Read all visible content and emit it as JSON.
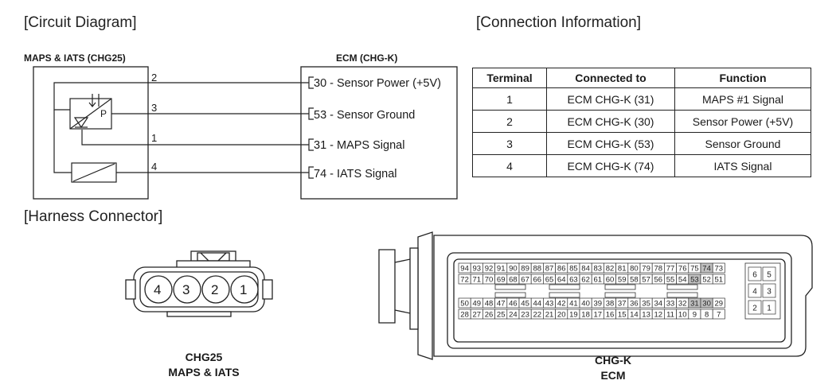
{
  "titles": {
    "circuit": "[Circuit Diagram]",
    "connection": "[Connection Information]",
    "harness": "[Harness Connector]"
  },
  "sensor": {
    "label": "MAPS & IATS (CHG25)",
    "pins": [
      "2",
      "3",
      "1",
      "4"
    ],
    "p_mark": "P"
  },
  "ecm": {
    "label": "ECM (CHG-K)",
    "terminals": [
      "30 - Sensor Power (+5V)",
      "53 - Sensor Ground",
      "31 - MAPS Signal",
      "74 - IATS Signal"
    ]
  },
  "table": {
    "headers": [
      "Terminal",
      "Connected to",
      "Function"
    ],
    "rows": [
      [
        "1",
        "ECM CHG-K (31)",
        "MAPS #1 Signal"
      ],
      [
        "2",
        "ECM CHG-K (30)",
        "Sensor Power (+5V)"
      ],
      [
        "3",
        "ECM CHG-K (53)",
        "Sensor Ground"
      ],
      [
        "4",
        "ECM CHG-K (74)",
        "IATS Signal"
      ]
    ]
  },
  "connector_chg25": {
    "pins": [
      "4",
      "3",
      "2",
      "1"
    ],
    "caption_line1": "CHG25",
    "caption_line2": "MAPS & IATS"
  },
  "connector_chgk": {
    "row1": [
      "94",
      "93",
      "92",
      "91",
      "90",
      "89",
      "88",
      "87",
      "86",
      "85",
      "84",
      "83",
      "82",
      "81",
      "80",
      "79",
      "78",
      "77",
      "76",
      "75",
      "74",
      "73"
    ],
    "row2": [
      "72",
      "71",
      "70",
      "69",
      "68",
      "67",
      "66",
      "65",
      "64",
      "63",
      "62",
      "61",
      "60",
      "59",
      "58",
      "57",
      "56",
      "55",
      "54",
      "53",
      "52",
      "51"
    ],
    "row3": [
      "50",
      "49",
      "48",
      "47",
      "46",
      "45",
      "44",
      "43",
      "42",
      "41",
      "40",
      "39",
      "38",
      "37",
      "36",
      "35",
      "34",
      "33",
      "32",
      "31",
      "30",
      "29"
    ],
    "row4": [
      "28",
      "27",
      "26",
      "25",
      "24",
      "23",
      "22",
      "21",
      "20",
      "19",
      "18",
      "17",
      "16",
      "15",
      "14",
      "13",
      "12",
      "11",
      "10",
      "9",
      "8",
      "7"
    ],
    "side": [
      [
        "6",
        "5"
      ],
      [
        "4",
        "3"
      ],
      [
        "2",
        "1"
      ]
    ],
    "highlighted": [
      "74",
      "53",
      "31",
      "30"
    ],
    "highlight_color": "#bfbfbf",
    "caption_line1": "CHG-K",
    "caption_line2": "ECM"
  }
}
